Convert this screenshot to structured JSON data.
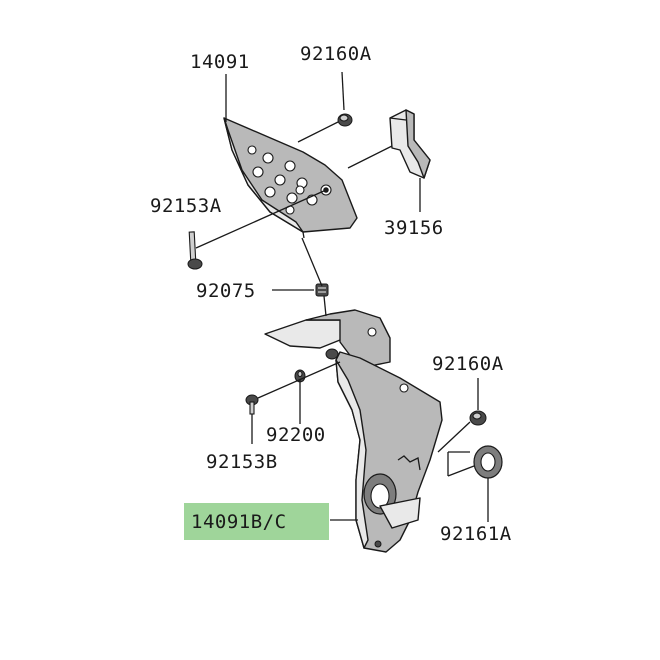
{
  "labels": {
    "p14091": "14091",
    "p92160a_top": "92160A",
    "p92153a": "92153A",
    "p39156": "39156",
    "p92075": "92075",
    "p92160a_right": "92160A",
    "p92200": "92200",
    "p92153b": "92153B",
    "p14091bc": "14091B/C",
    "p92161a": "92161A"
  },
  "colors": {
    "highlight": "#9fd59a",
    "part_fill": "#b9b9b9",
    "line": "#1a1a1a"
  }
}
